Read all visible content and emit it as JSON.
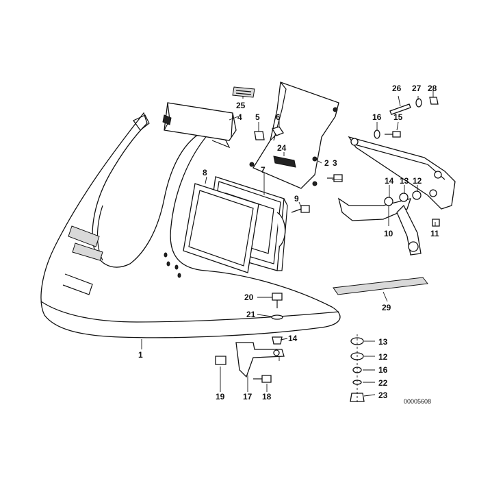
{
  "diagram": {
    "reference_number": "00005608",
    "callouts": {
      "c1": "1",
      "c2": "2",
      "c3": "3",
      "c4": "4",
      "c5": "5",
      "c6": "6",
      "c7": "7",
      "c8": "8",
      "c9": "9",
      "c10": "10",
      "c11": "11",
      "c12a": "12",
      "c13a": "13",
      "c14a": "14",
      "c15": "15",
      "c16a": "16",
      "c17": "17",
      "c18": "18",
      "c19": "19",
      "c20": "20",
      "c21": "21",
      "c14b": "14",
      "c13b": "13",
      "c12b": "12",
      "c16b": "16",
      "c22": "22",
      "c23": "23",
      "c24": "24",
      "c25": "25",
      "c26": "26",
      "c27": "27",
      "c28": "28",
      "c29": "29"
    }
  }
}
